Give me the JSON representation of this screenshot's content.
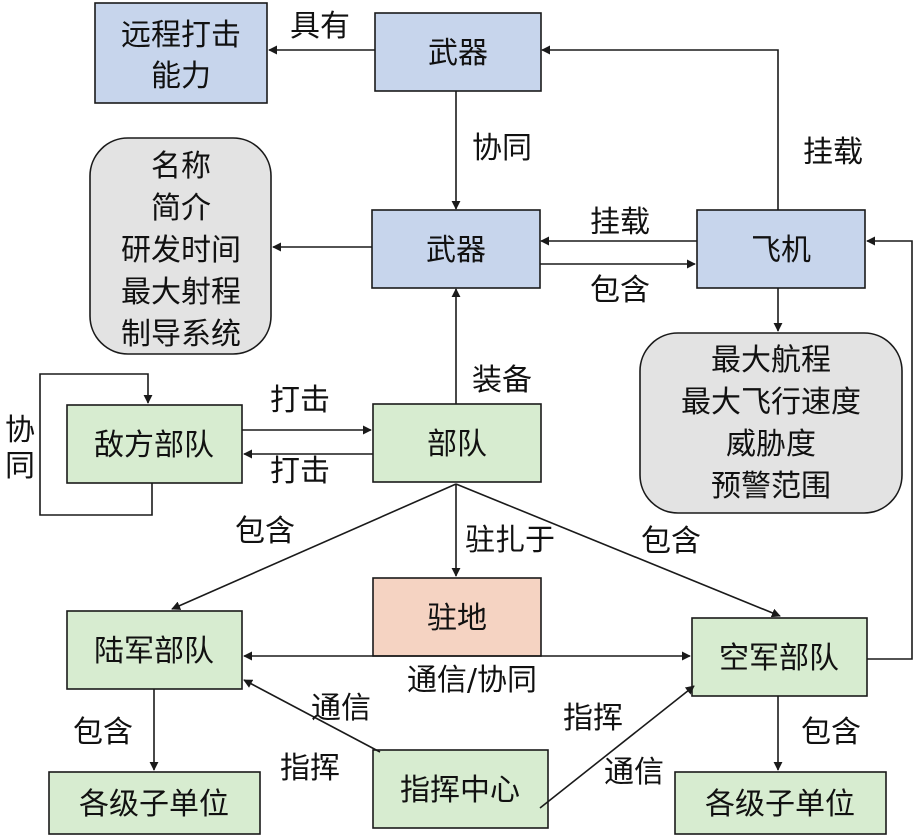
{
  "colors": {
    "blue": "#c7d5ec",
    "green": "#d7ecd0",
    "gray": "#e3e3e3",
    "salmon": "#f5d3c2",
    "stroke": "#1a1a1a"
  },
  "nodes": {
    "remote_strike": [
      "远程打击",
      "能力"
    ],
    "weapon_top": "武器",
    "weapon_mid": "武器",
    "weapon_attrs": [
      "名称",
      "简介",
      "研发时间",
      "最大射程",
      "制导系统"
    ],
    "aircraft": "飞机",
    "aircraft_attrs": [
      "最大航程",
      "最大飞行速度",
      "威胁度",
      "预警范围"
    ],
    "enemy": "敌方部队",
    "troops": "部队",
    "garrison": "驻地",
    "army": "陆军部队",
    "airforce": "空军部队",
    "army_sub": "各级子单位",
    "airforce_sub": "各级子单位",
    "command": "指挥中心"
  },
  "edges": {
    "has": "具有",
    "cooperate_top": "协同",
    "mount_right": "挂载",
    "mount_left": "挂载",
    "contain_aircraft": "包含",
    "equip": "装备",
    "strike_out": "打击",
    "strike_in": "打击",
    "cooperate_self": [
      "协",
      "同"
    ],
    "contain_army": "包含",
    "contain_airforce": "包含",
    "station": "驻扎于",
    "comm_coop": "通信/协同",
    "contain_army_sub": "包含",
    "contain_airforce_sub": "包含",
    "comm_army": "通信",
    "command_army": "指挥",
    "command_air": "指挥",
    "comm_air": "通信"
  }
}
